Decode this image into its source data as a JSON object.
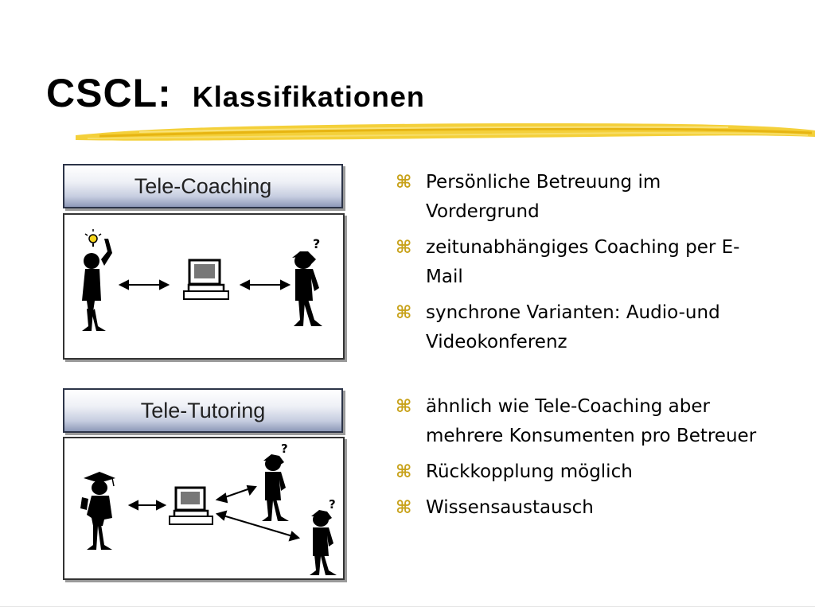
{
  "title": {
    "main": "CSCL:",
    "sub": "Klassifikationen"
  },
  "panels": [
    {
      "label": "Tele-Coaching"
    },
    {
      "label": "Tele-Tutoring"
    }
  ],
  "bullet_mark": "⌘",
  "bullets_group1": [
    {
      "text": "Persönliche Betreuung im Vordergrund"
    },
    {
      "text": "zeitunabhängiges Coaching per E-Mail"
    },
    {
      "text": "synchrone Varianten: Audio-und Videokonferenz"
    }
  ],
  "bullets_group2": [
    {
      "text": "ähnlich wie Tele-Coaching aber mehrere Konsumenten pro Betreuer"
    },
    {
      "text": "Rückkopplung möglich"
    },
    {
      "text": "Wissensaustausch"
    }
  ],
  "colors": {
    "accent_brush": "#f2c81e",
    "bullet_mark": "#c8a21a",
    "panel_border": "#2c3448"
  },
  "icons": [
    "lightbulb-icon",
    "question-mark-icon",
    "computer-icon",
    "graduation-cap-icon",
    "double-arrow-icon"
  ]
}
